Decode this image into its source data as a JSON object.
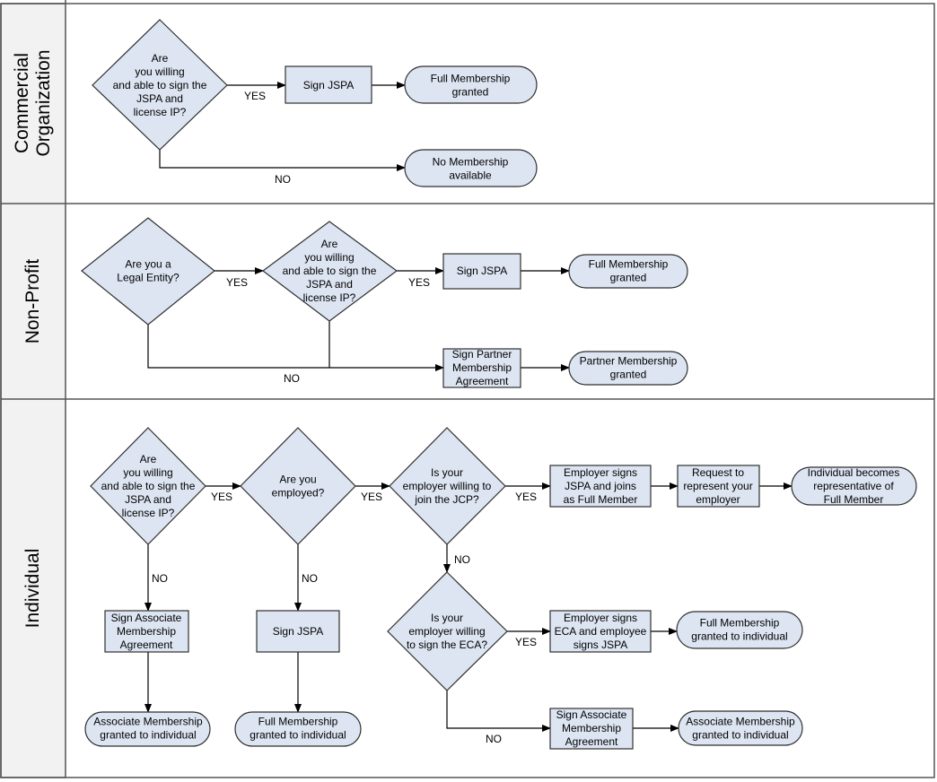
{
  "lanes": [
    {
      "id": "commercial",
      "label_lines": [
        "Commercial",
        "Organization"
      ]
    },
    {
      "id": "nonprofit",
      "label_lines": [
        "Non-Profit"
      ]
    },
    {
      "id": "individual",
      "label_lines": [
        "Individual"
      ]
    }
  ],
  "nodes": {
    "c_q": [
      "Are",
      "you willing",
      "and able to sign the",
      "JSPA and",
      "license IP?"
    ],
    "c_sign": [
      "Sign JSPA"
    ],
    "c_full": [
      "Full Membership",
      "granted"
    ],
    "c_none": [
      "No Membership",
      "available"
    ],
    "n_q1": [
      "Are you a",
      "Legal Entity?"
    ],
    "n_q2": [
      "Are",
      "you willing",
      "and able to sign the",
      "JSPA and",
      "license IP?"
    ],
    "n_sign": [
      "Sign JSPA"
    ],
    "n_full": [
      "Full Membership",
      "granted"
    ],
    "n_partner_sign": [
      "Sign Partner",
      "Membership",
      "Agreement"
    ],
    "n_partner": [
      "Partner Membership",
      "granted"
    ],
    "i_q1": [
      "Are",
      "you willing",
      "and able to sign the",
      "JSPA and",
      "license IP?"
    ],
    "i_q2": [
      "Are you",
      "employed?"
    ],
    "i_q3": [
      "Is your",
      "employer willing to",
      "join the JCP?"
    ],
    "i_emp_full": [
      "Employer signs",
      "JSPA and joins",
      "as Full Member"
    ],
    "i_request": [
      "Request to",
      "represent your",
      "employer"
    ],
    "i_rep": [
      "Individual becomes",
      "representative of",
      "Full Member"
    ],
    "i_assoc_sign": [
      "Sign Associate",
      "Membership",
      "Agreement"
    ],
    "i_sign": [
      "Sign JSPA"
    ],
    "i_q4": [
      "Is your",
      "employer willing",
      "to sign the ECA?"
    ],
    "i_eca": [
      "Employer signs",
      "ECA and employee",
      "signs JSPA"
    ],
    "i_full_ind2": [
      "Full Membership",
      "granted to individual"
    ],
    "i_assoc": [
      "Associate Membership",
      "granted to individual"
    ],
    "i_full_ind": [
      "Full Membership",
      "granted to individual"
    ],
    "i_assoc_sign2": [
      "Sign Associate",
      "Membership",
      "Agreement"
    ],
    "i_assoc2": [
      "Associate Membership",
      "granted to individual"
    ]
  },
  "edge_labels": {
    "yes": "YES",
    "no": "NO"
  },
  "colors": {
    "shape_fill": "#dde5f2",
    "stroke": "#2f2f2f",
    "lane_header": "#f2f2f2"
  }
}
